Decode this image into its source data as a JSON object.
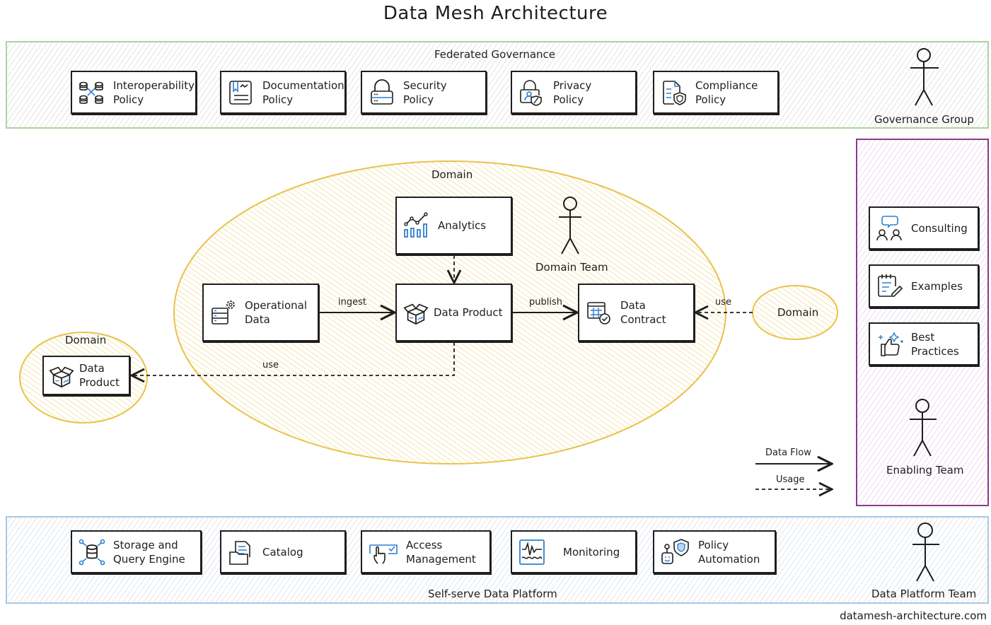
{
  "title": "Data Mesh Architecture",
  "governance": {
    "label": "Federated Governance",
    "team": "Governance Group",
    "items": [
      {
        "label": "Interoperability\nPolicy",
        "icon": "database-interop-icon"
      },
      {
        "label": "Documentation\nPolicy",
        "icon": "document-icon"
      },
      {
        "label": "Security\nPolicy",
        "icon": "lock-server-icon"
      },
      {
        "label": "Privacy\nPolicy",
        "icon": "lock-user-icon"
      },
      {
        "label": "Compliance\nPolicy",
        "icon": "document-shield-icon"
      }
    ]
  },
  "domain": {
    "label": "Domain",
    "team": "Domain Team",
    "analytics": "Analytics",
    "operational_data": "Operational\nData",
    "data_product": "Data Product",
    "data_contract": "Data\nContract",
    "edges": {
      "ingest": "ingest",
      "publish": "publish",
      "use_left": "use",
      "use_right": "use"
    }
  },
  "other_domain_left": {
    "label": "Domain",
    "data_product": "Data\nProduct"
  },
  "other_domain_right": {
    "label": "Domain"
  },
  "legend": {
    "data_flow": "Data Flow",
    "usage": "Usage"
  },
  "enabling": {
    "team": "Enabling Team",
    "items": [
      {
        "label": "Consulting",
        "icon": "consulting-icon"
      },
      {
        "label": "Examples",
        "icon": "notepad-pencil-icon"
      },
      {
        "label": "Best\nPractices",
        "icon": "thumbs-up-icon"
      }
    ]
  },
  "platform": {
    "label": "Self-serve Data Platform",
    "team": "Data Platform Team",
    "items": [
      {
        "label": "Storage and\nQuery Engine",
        "icon": "database-network-icon"
      },
      {
        "label": "Catalog",
        "icon": "folder-document-icon"
      },
      {
        "label": "Access\nManagement",
        "icon": "hand-check-icon"
      },
      {
        "label": "Monitoring",
        "icon": "waveform-icon"
      },
      {
        "label": "Policy\nAutomation",
        "icon": "robot-shield-icon"
      }
    ]
  },
  "footer": "datamesh-architecture.com",
  "colors": {
    "governance": "#a9d3a0",
    "platform": "#a8c8e2",
    "enabling": "#8a3a8f",
    "domain": "#e8c24a",
    "icon_accent": "#2f7fd0"
  }
}
